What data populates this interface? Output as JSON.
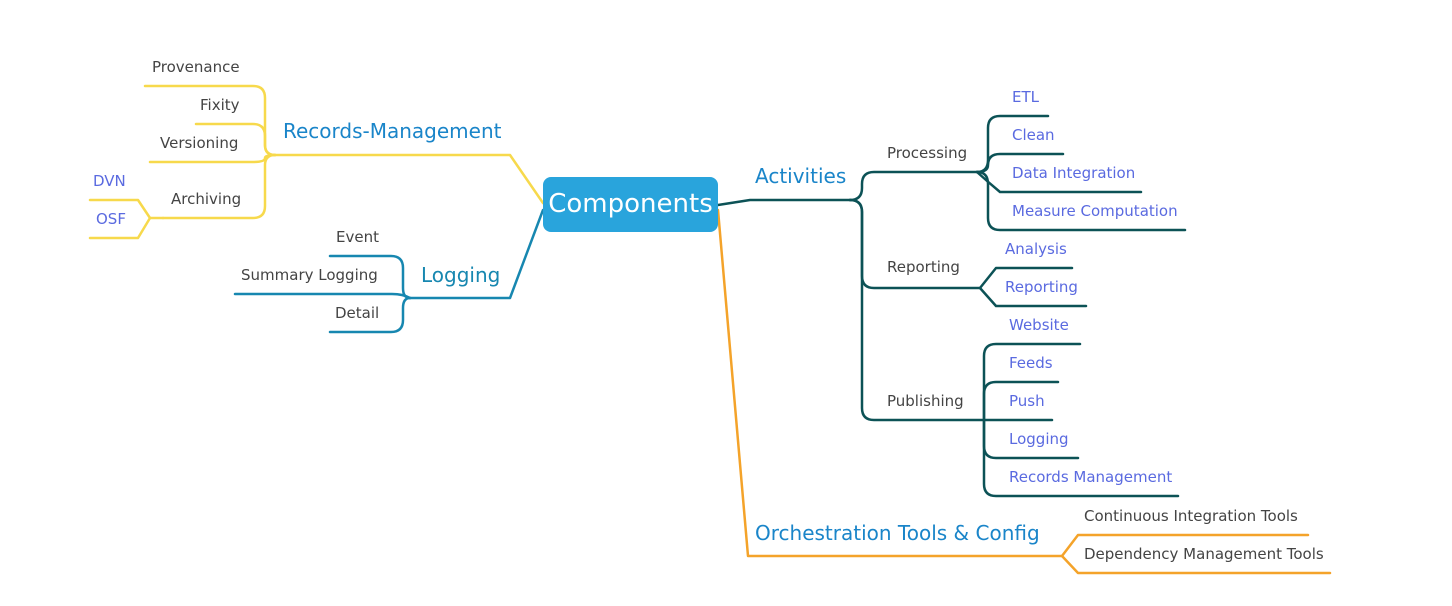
{
  "colors": {
    "records": "#f7d94c",
    "logging": "#1787b0",
    "activities": "#0c5256",
    "orchestration": "#f4a32a",
    "root_fill": "#29a4dc",
    "leaf_text": "#444444",
    "link_text": "#5a6ae0",
    "branch_text_records": "#1a85c9",
    "branch_text_logging": "#1787b0",
    "branch_text_activities": "#1a85c9",
    "branch_text_orchestration": "#1a85c9"
  },
  "root": {
    "label": "Components"
  },
  "branches": {
    "records": {
      "label": "Records-Management",
      "items": {
        "provenance": "Provenance",
        "fixity": "Fixity",
        "versioning": "Versioning",
        "archiving": "Archiving",
        "dvn": "DVN",
        "osf": "OSF"
      }
    },
    "logging": {
      "label": "Logging",
      "items": {
        "event": "Event",
        "summary": "Summary Logging",
        "detail": "Detail"
      }
    },
    "activities": {
      "label": "Activities",
      "processing": {
        "label": "Processing",
        "items": [
          "ETL",
          "Clean",
          "Data Integration",
          "Measure Computation"
        ]
      },
      "reporting": {
        "label": "Reporting",
        "items": [
          "Analysis",
          "Reporting"
        ]
      },
      "publishing": {
        "label": "Publishing",
        "items": [
          "Website",
          "Feeds",
          "Push",
          "Logging",
          "Records Management"
        ]
      }
    },
    "orchestration": {
      "label": "Orchestration Tools & Config",
      "items": [
        "Continuous Integration Tools",
        "Dependency Management Tools"
      ]
    }
  }
}
